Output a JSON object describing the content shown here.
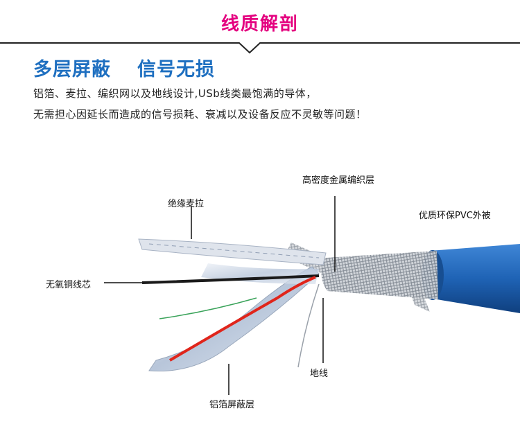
{
  "header": {
    "title": "线质解剖"
  },
  "section": {
    "heading_part1": "多层屏蔽",
    "heading_part2": "信号无损",
    "desc_line1": "铝箔、麦拉、编织网以及地线设计,USb线类最饱满的导体，",
    "desc_line2": "无需担心因延长而造成的信号损耗、衰减以及设备反应不灵敏等问题！"
  },
  "labels": {
    "mesh": "高密度金属编织层",
    "insulation": "绝缘麦拉",
    "pvc": "优质环保PVC外被",
    "core": "无氧铜线芯",
    "ground": "地线",
    "foil": "铝箔屏蔽层"
  },
  "colors": {
    "title": "#e4007f",
    "heading": "#1e6fc0",
    "pvc_jacket": "#1f63b5",
    "wire_red": "#e0251b",
    "wire_black": "#1a1a1a",
    "wire_green": "#3aa35a"
  }
}
